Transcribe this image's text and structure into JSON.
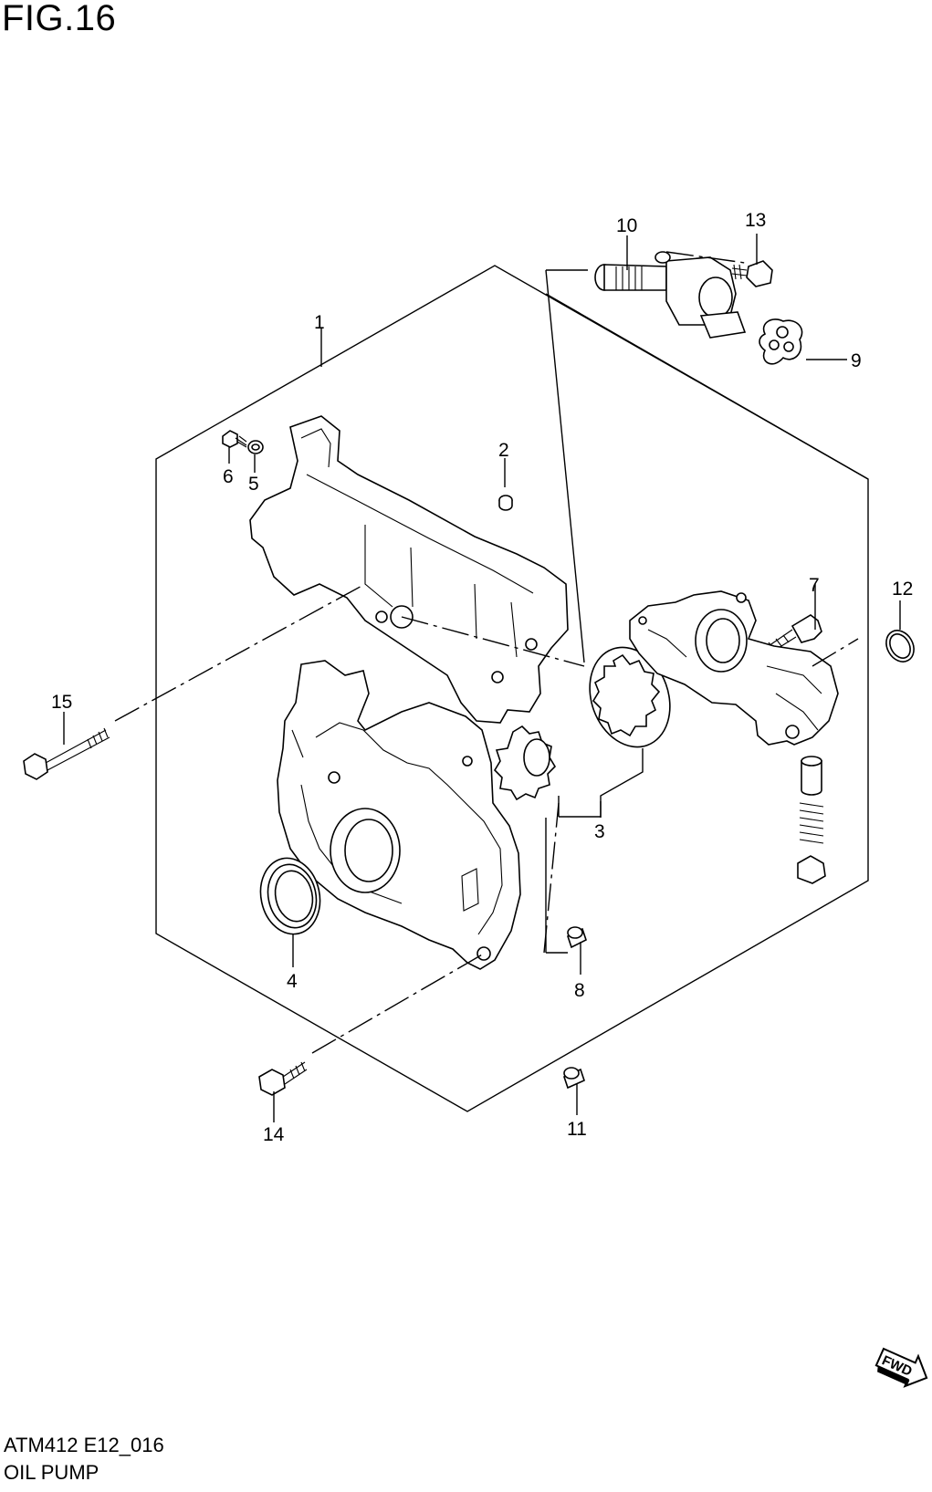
{
  "figure": {
    "title": "FIG.16"
  },
  "footer": {
    "code": "ATM412 E12_016",
    "name": "OIL PUMP"
  },
  "callouts": [
    "1",
    "2",
    "3",
    "4",
    "5",
    "6",
    "7",
    "8",
    "9",
    "10",
    "11",
    "12",
    "13",
    "14",
    "15"
  ],
  "fwd": {
    "label": "FWD"
  }
}
